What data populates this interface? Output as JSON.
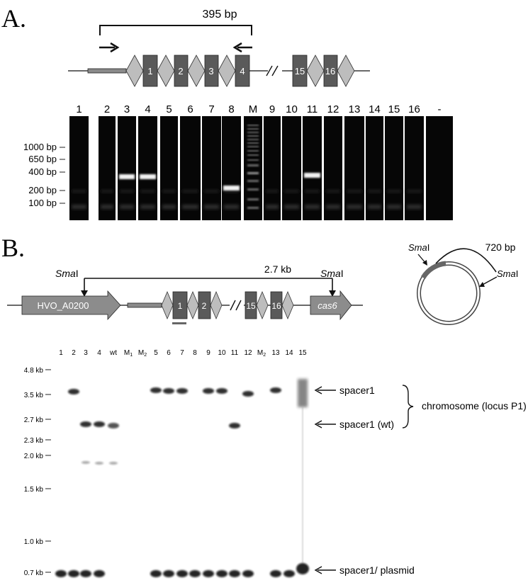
{
  "panel_a": {
    "label": "A.",
    "amplicon": "395 bp",
    "spacers_first": [
      "1",
      "2",
      "3",
      "4"
    ],
    "spacers_last": [
      "15",
      "16"
    ],
    "lanes": [
      "1",
      "2",
      "3",
      "4",
      "5",
      "6",
      "7",
      "8",
      "M",
      "9",
      "10",
      "11",
      "12",
      "13",
      "14",
      "15",
      "16",
      "-"
    ],
    "size_markers": [
      "1000 bp",
      "650 bp",
      "400 bp",
      "200 bp",
      "100 bp"
    ]
  },
  "panel_b": {
    "label": "B.",
    "restriction_enzyme": "Sma",
    "restriction_suffix": "I",
    "fragment_length": "2.7 kb",
    "plasmid_fragment": "720 bp",
    "gene_left": "HVO_A0200",
    "gene_right": "cas6",
    "spacers_first": [
      "1",
      "2"
    ],
    "spacers_last": [
      "15",
      "16"
    ],
    "lanes": [
      {
        "main": "1",
        "sub": ""
      },
      {
        "main": "2",
        "sub": ""
      },
      {
        "main": "3",
        "sub": ""
      },
      {
        "main": "4",
        "sub": ""
      },
      {
        "main": "wt",
        "sub": ""
      },
      {
        "main": "M",
        "sub": "1"
      },
      {
        "main": "M",
        "sub": "2"
      },
      {
        "main": "5",
        "sub": ""
      },
      {
        "main": "6",
        "sub": ""
      },
      {
        "main": "7",
        "sub": ""
      },
      {
        "main": "8",
        "sub": ""
      },
      {
        "main": "9",
        "sub": ""
      },
      {
        "main": "10",
        "sub": ""
      },
      {
        "main": "11",
        "sub": ""
      },
      {
        "main": "12",
        "sub": ""
      },
      {
        "main": "M",
        "sub": "2"
      },
      {
        "main": "13",
        "sub": ""
      },
      {
        "main": "14",
        "sub": ""
      },
      {
        "main": "15",
        "sub": ""
      }
    ],
    "size_markers": [
      "4.8 kb",
      "3.5 kb",
      "2.7 kb",
      "2.3 kb",
      "2.0 kb",
      "1.5 kb",
      "1.0 kb",
      "0.7 kb"
    ],
    "band_labels": {
      "spacer1": "spacer1",
      "spacer1_wt": "spacer1 (wt)",
      "bracket": "chromosome (locus P1)",
      "plasmid": "spacer1/ plasmid"
    }
  }
}
